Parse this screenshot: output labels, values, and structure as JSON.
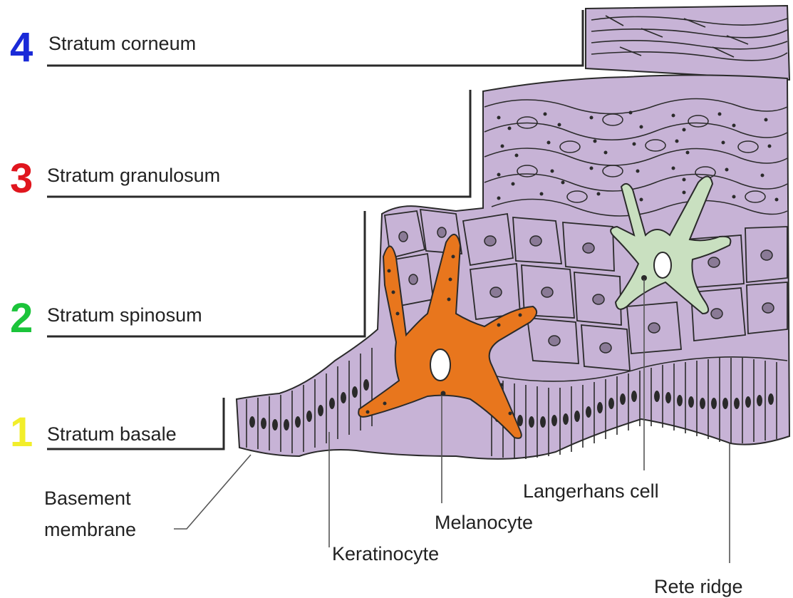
{
  "layers": [
    {
      "number": "4",
      "name": "Stratum corneum",
      "color": "#1a2ad8"
    },
    {
      "number": "3",
      "name": "Stratum granulosum",
      "color": "#e0161e"
    },
    {
      "number": "2",
      "name": "Stratum spinosum",
      "color": "#1bc43a"
    },
    {
      "number": "1",
      "name": "Stratum basale",
      "color": "#f2ee2a"
    }
  ],
  "annotations": {
    "basement_membrane_line1": "Basement",
    "basement_membrane_line2": "membrane",
    "keratinocyte": "Keratinocyte",
    "melanocyte": "Melanocyte",
    "langerhans": "Langerhans cell",
    "rete_ridge": "Rete ridge"
  },
  "colors": {
    "tissue": "#c7b3d6",
    "melanocyte": "#e8761d",
    "langerhans": "#c9e0c0",
    "outline": "#2a2a2a"
  },
  "icons": {
    "melanocyte_cell": "melanocyte-cell-icon",
    "langerhans_cell": "langerhans-cell-icon"
  }
}
